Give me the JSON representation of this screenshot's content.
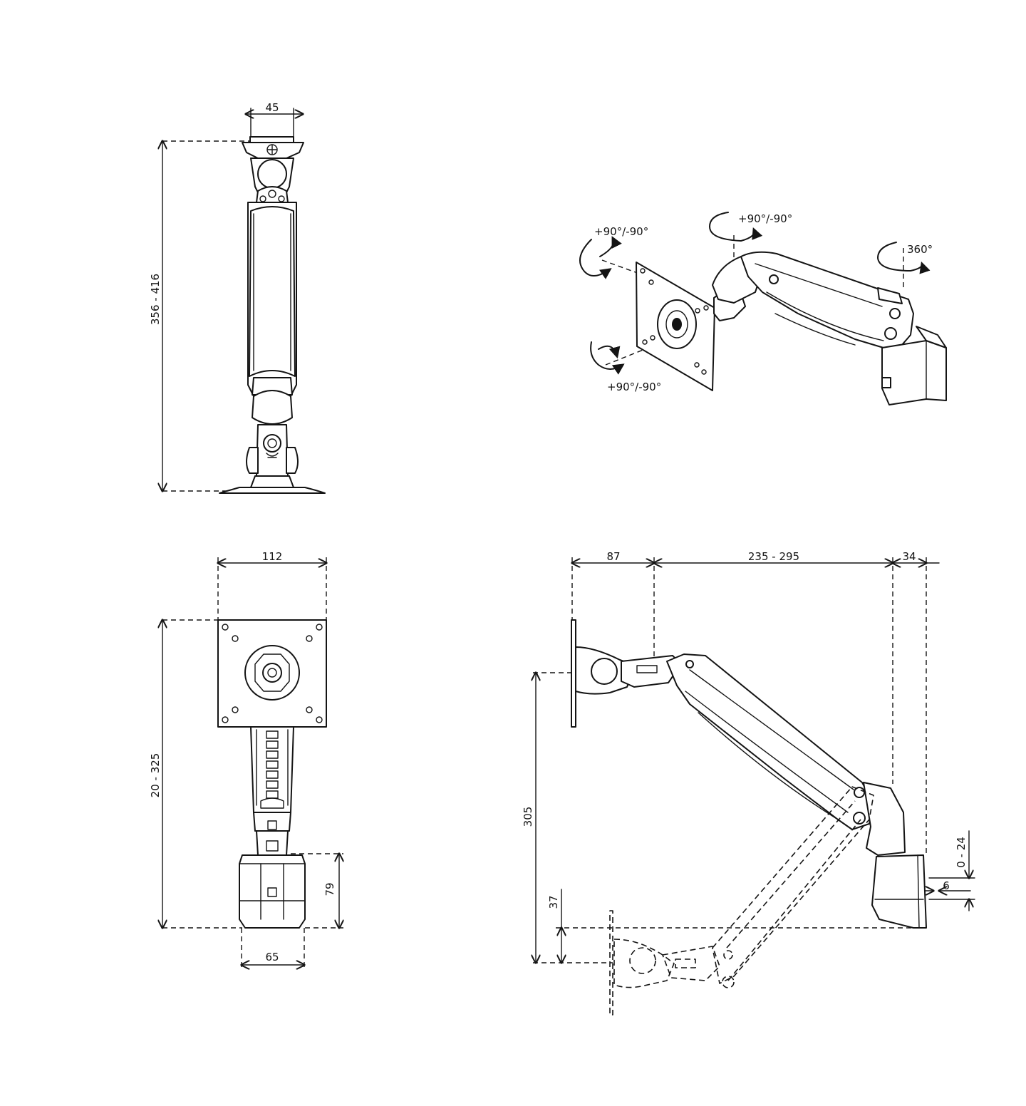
{
  "views": {
    "front_view": {
      "top_width": "45",
      "height": "356 - 416"
    },
    "rotation_view": {
      "tilt_label": "+90°/-90°",
      "swivel_label": "+90°/-90°",
      "rotate_label": "+90°/-90°",
      "wall_turn_label": "360°"
    },
    "bottom_view": {
      "plate_width": "112",
      "height_adjust": "20 - 325",
      "mount_height": "79",
      "mount_width": "65"
    },
    "side_view": {
      "plate_depth": "87",
      "reach": "235 - 295",
      "mount_depth": "34",
      "height": "305",
      "lower_offset": "37",
      "tilt_range": "0 - 24",
      "small_offset": "6"
    }
  },
  "colors": {
    "line": "#141414",
    "background": "#ffffff"
  }
}
